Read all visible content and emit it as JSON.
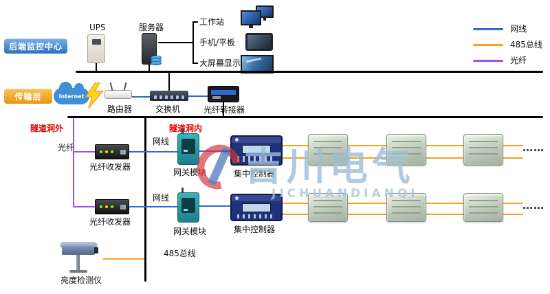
{
  "legend": {
    "items": [
      {
        "label": "网线",
        "color": "#2b6bd8"
      },
      {
        "label": "485总线",
        "color": "#f5a21d"
      },
      {
        "label": "光纤",
        "color": "#a24df0"
      }
    ]
  },
  "backend": {
    "title": "后端监控中心",
    "ups_label": "UPS",
    "server_label": "服务器",
    "workstation_label": "工作站",
    "phone_tablet_label": "手机/平板",
    "big_screen_label": "大屏幕显示"
  },
  "transport": {
    "title": "传输层",
    "internet_label": "Internet",
    "router_label": "路由器",
    "switch_label": "交换机",
    "fiber_adapter_label": "光纤转接器"
  },
  "tunnel": {
    "outside_label": "隧道洞外",
    "inside_label": "隧道洞内",
    "fiber_label": "光纤",
    "net_cable_label": "网线",
    "transceiver_label": "光纤收发器",
    "gateway_label": "网关模块",
    "controller_label": "集中控制器",
    "bus_label": "485总线",
    "brightness_label": "亮度检测仪",
    "ellipsis": "……"
  },
  "watermark": {
    "text": "吉川电气",
    "subtext": "JICHUANDIANQI"
  }
}
